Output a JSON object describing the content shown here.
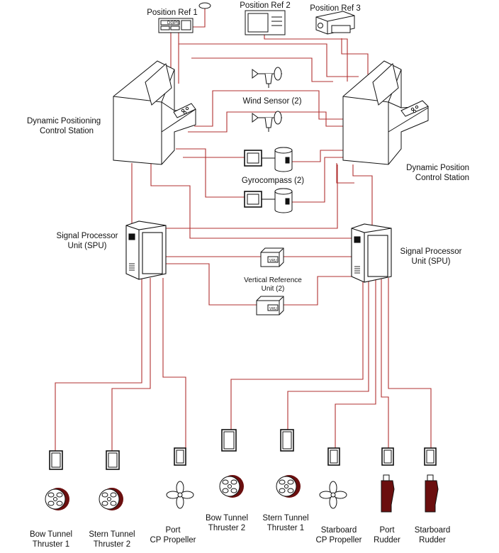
{
  "labels": {
    "pos_ref_1": "Position Ref 1",
    "pos_ref_2": "Position Ref 2",
    "pos_ref_3": "Position Ref 3",
    "dgps": "DGPS",
    "dp_station_left_1": "Dynamic Positioning",
    "dp_station_left_2": "Control Station",
    "dp_station_right_1": "Dynamic Position",
    "dp_station_right_2": "Control Station",
    "wind_sensor": "Wind Sensor (2)",
    "gyrocompass": "Gyrocompass (2)",
    "spu_left_1": "Signal Processor",
    "spu_left_2": "Unit (SPU)",
    "spu_right_1": "Signal Processor",
    "spu_right_2": "Unit (SPU)",
    "vru_1": "Vertical Reference",
    "vru_2": "Unit (2)",
    "vru_tag": "VRU",
    "bow_tunnel_1_a": "Bow Tunnel",
    "bow_tunnel_1_b": "Thruster 1",
    "stern_tunnel_2_a": "Stern Tunnel",
    "stern_tunnel_2_b": "Thruster 2",
    "port_cp_a": "Port",
    "port_cp_b": "CP Propeller",
    "bow_tunnel_2_a": "Bow Tunnel",
    "bow_tunnel_2_b": "Thruster 2",
    "stern_tunnel_1_a": "Stern Tunnel",
    "stern_tunnel_1_b": "Thruster 1",
    "stbd_cp_a": "Starboard",
    "stbd_cp_b": "CP Propeller",
    "port_rudder_a": "Port",
    "port_rudder_b": "Rudder",
    "stbd_rudder_a": "Starboard",
    "stbd_rudder_b": "Rudder"
  },
  "colors": {
    "wire": "#b03030",
    "line": "#111111",
    "accent": "#6b0f0f"
  }
}
